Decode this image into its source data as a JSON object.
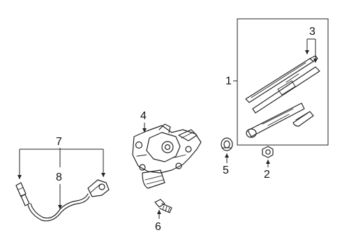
{
  "diagram": {
    "callouts": {
      "c1": "1",
      "c2": "2",
      "c3": "3",
      "c4": "4",
      "c5": "5",
      "c6": "6",
      "c7": "7",
      "c8": "8"
    },
    "line_color": "#222222",
    "background": "#ffffff"
  }
}
